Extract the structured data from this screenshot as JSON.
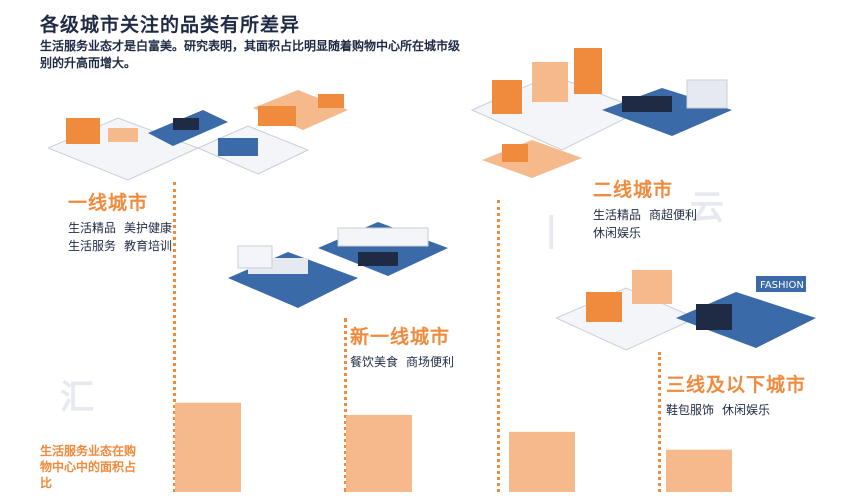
{
  "title": "各级城市关注的品类有所差异",
  "subtitle": "生活服务业态才是白富美。研究表明，其面积占比明显随着购物中心所在城市级别的升高而增大。",
  "ylabel": "生活服务业态在购物中心中的面积占比",
  "watermark": [
    "汇",
    "|",
    "云"
  ],
  "colors": {
    "accent": "#f08a3c",
    "bar": "#f5b98c",
    "navy": "#1f2a44",
    "blue": "#3a6aa8"
  },
  "tiers": [
    {
      "name": "一线城市",
      "lines": [
        [
          "生活精品",
          "美护健康"
        ],
        [
          "生活服务",
          "教育培训"
        ]
      ]
    },
    {
      "name": "新一线城市",
      "lines": [
        [
          "餐饮美食",
          "商场便利"
        ]
      ]
    },
    {
      "name": "二线城市",
      "lines": [
        [
          "生活精品",
          "商超便利"
        ],
        [
          "休闲娱乐"
        ]
      ]
    },
    {
      "name": "三线及以下城市",
      "lines": [
        [
          "鞋包服饰",
          "休闲娱乐"
        ]
      ]
    }
  ],
  "chart_data": {
    "type": "bar",
    "categories": [
      "一线城市",
      "新一线城市",
      "二线城市",
      "三线及以下城市"
    ],
    "values": [
      0.95,
      0.82,
      0.64,
      0.45
    ],
    "value_unit": "relative share (no printed scale)",
    "ylabel": "生活服务业态在购物中心中的面积占比",
    "ylim": [
      0,
      1
    ],
    "grid": false,
    "legend": "none"
  },
  "illustration_labels": {
    "shop_sign": "FASHION"
  }
}
